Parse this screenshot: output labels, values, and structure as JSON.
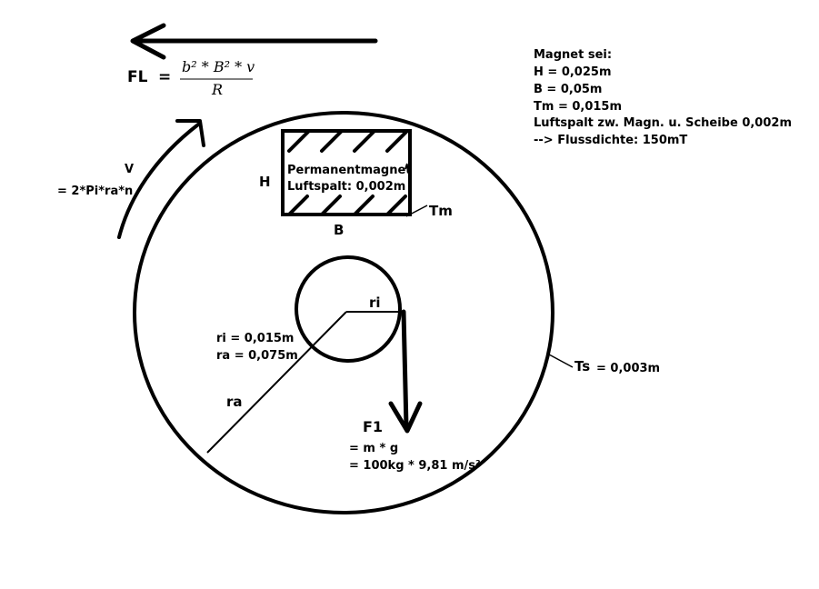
{
  "formula": {
    "lhs": "FL",
    "equals": "=",
    "numerator": "b² * B² * v",
    "denominator": "R"
  },
  "velocity": {
    "symbol": "V",
    "formula": "= 2*Pi*ra*n"
  },
  "magnet_spec": {
    "title": "Magnet sei:",
    "lines": [
      "H = 0,025m",
      "B = 0,05m",
      "Tm = 0,015m",
      "Luftspalt zw. Magn. u. Scheibe 0,002m",
      "--> Flussdichte: 150mT"
    ]
  },
  "magnet_box": {
    "line1": "Permanentmagnet",
    "line2": "Luftspalt: 0,002m",
    "label_h": "H",
    "label_b": "B",
    "label_tm": "Tm"
  },
  "radii": {
    "ri_label": "ri",
    "ra_label": "ra",
    "ri_value": "ri = 0,015m",
    "ra_value": "ra = 0,075m"
  },
  "thickness": {
    "label": "Ts",
    "value": "= 0,003m"
  },
  "force": {
    "label": "F1",
    "line1": "= m * g",
    "line2": "= 100kg * 9,81 m/s²"
  }
}
